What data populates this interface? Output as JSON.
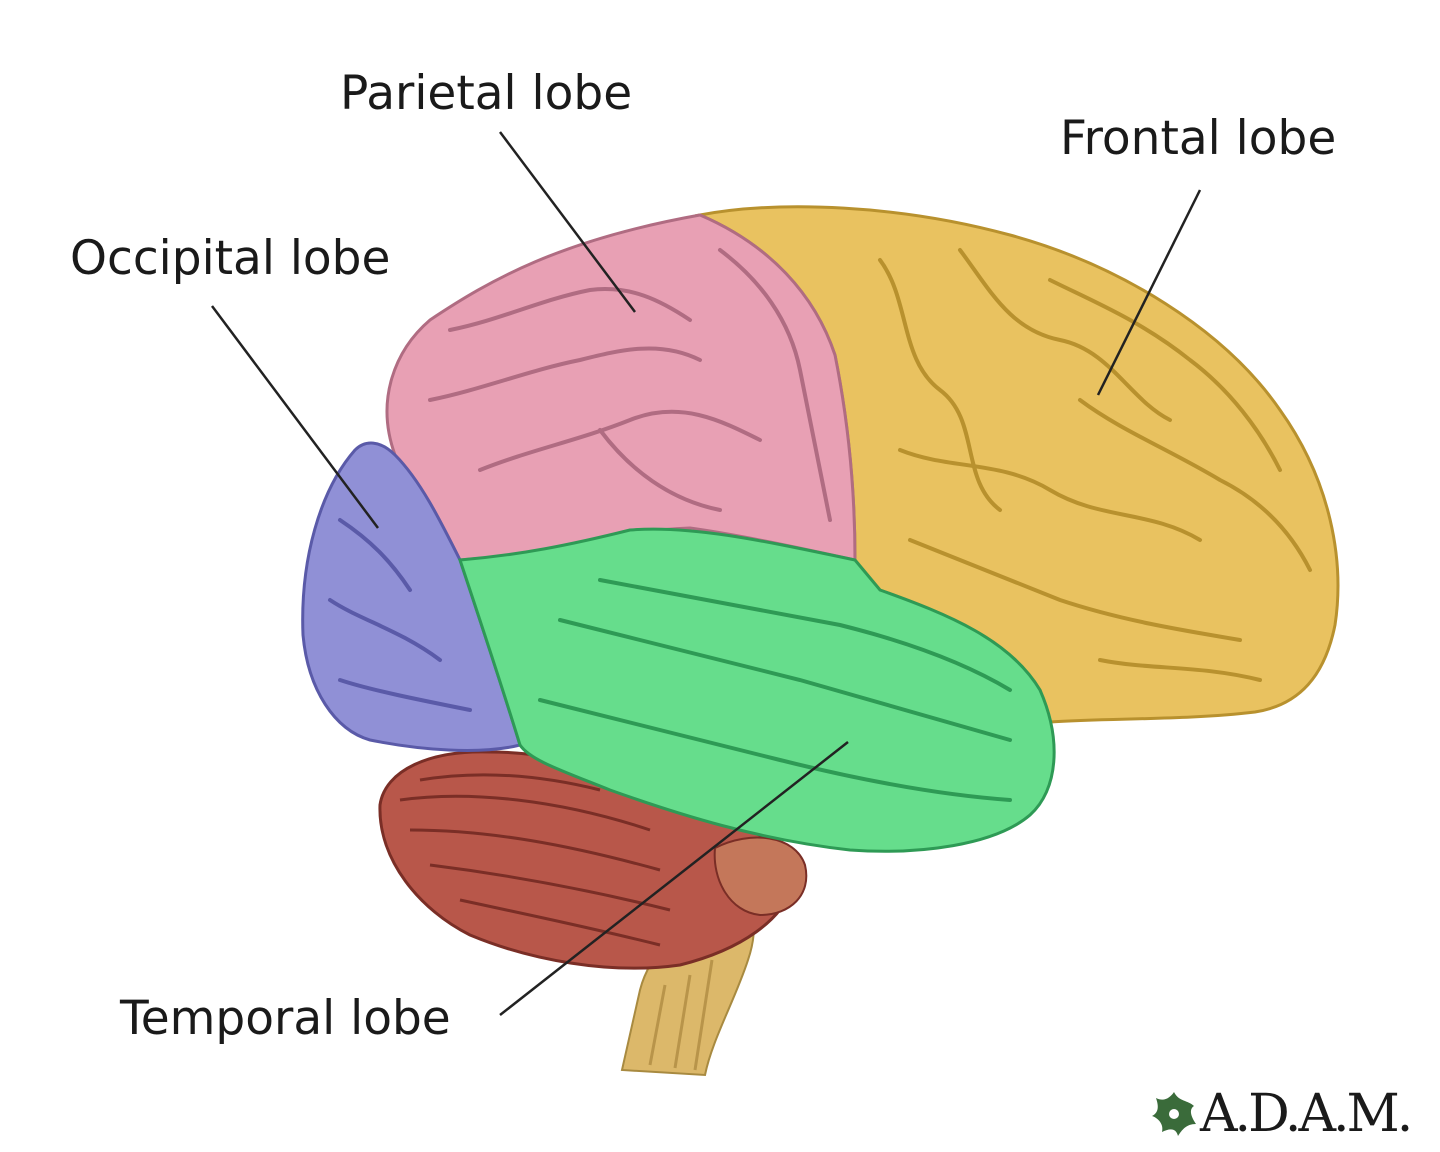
{
  "labels": {
    "parietal": "Parietal lobe",
    "frontal": "Frontal lobe",
    "occipital": "Occipital lobe",
    "temporal": "Temporal lobe"
  },
  "logo": {
    "text": "A.D.A.M.",
    "icon": "leaf-icon"
  },
  "colors": {
    "frontal": "#e9c260",
    "parietal": "#e8a0b4",
    "occipital": "#9090d6",
    "temporal": "#66dd8c",
    "cerebellum": "#b8574a",
    "brainstem": "#dcb86a",
    "logo_leaf": "#3a6b3a"
  }
}
